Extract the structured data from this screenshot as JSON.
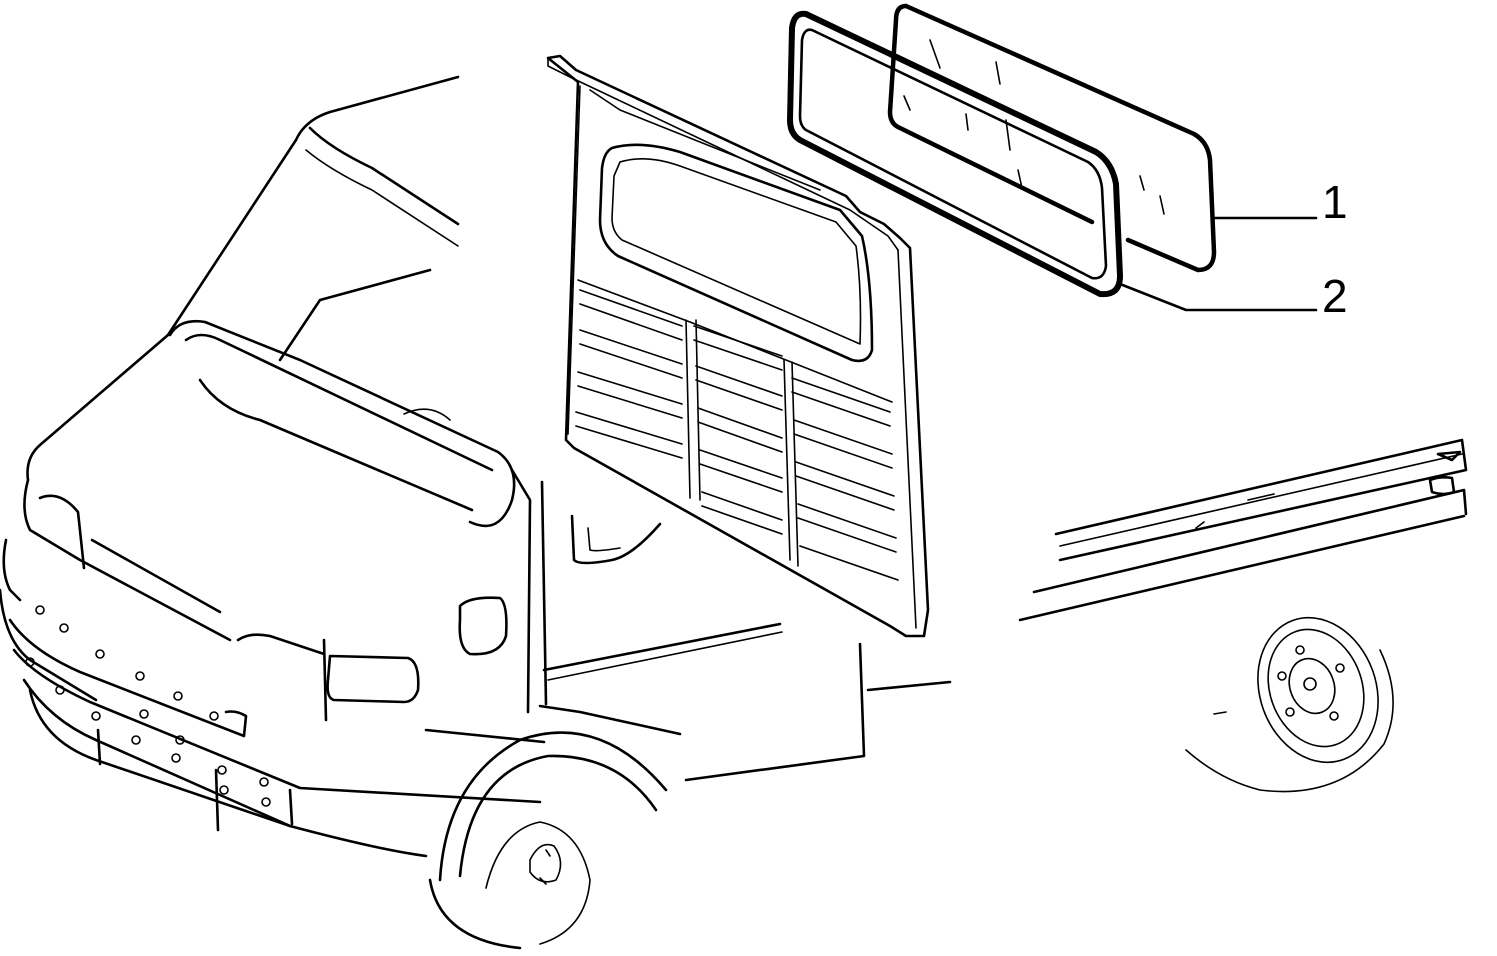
{
  "diagram": {
    "callouts": [
      {
        "label": "1",
        "part": "rear-cab-window-glass"
      },
      {
        "label": "2",
        "part": "rear-cab-window-seal"
      }
    ],
    "colors": {
      "ink": "#000000",
      "background": "#ffffff"
    }
  }
}
